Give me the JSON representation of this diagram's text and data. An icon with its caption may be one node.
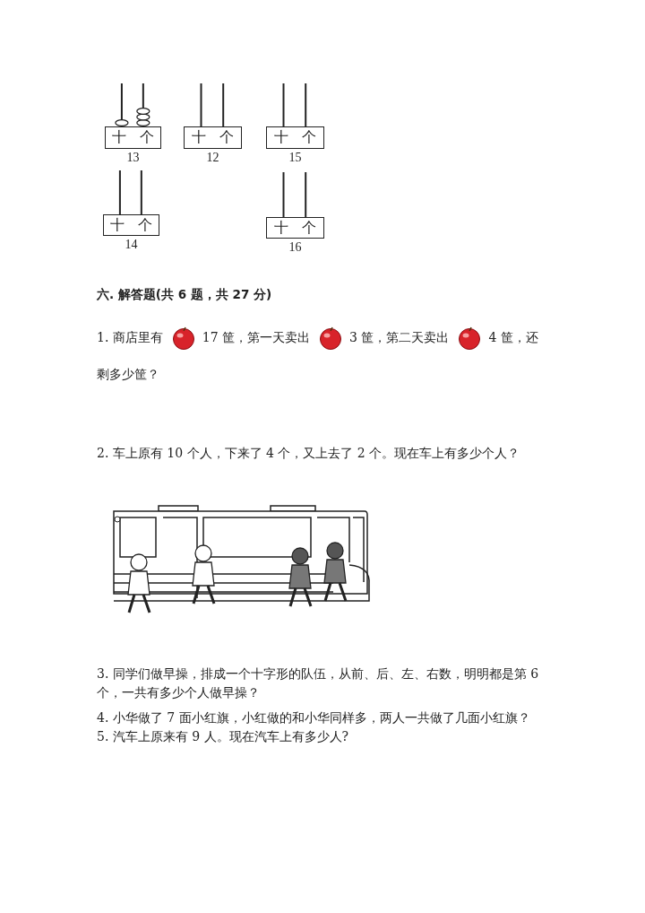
{
  "diagram": {
    "nodes": [
      {
        "text": [
          "十",
          "个"
        ],
        "beside": [
          "13"
        ]
      },
      {
        "text": [
          "十",
          "个"
        ],
        "beside": [
          "12"
        ]
      },
      {
        "text": [
          "十",
          "个"
        ],
        "beside": [
          "15"
        ]
      },
      {
        "text": [
          "十",
          "个"
        ],
        "beside": [
          "14"
        ]
      },
      {
        "text": [
          "十",
          "个"
        ],
        "beside": [
          "16"
        ]
      }
    ],
    "labels": [
      "六. 解答题(共 6 题，共 27 分)",
      "1. 商店里有",
      "17 筐，第一天卖出",
      "3 筐，第二天卖出",
      "4 筐，还剩多少筐？",
      "2. 车上原有 10 个人，下来了 4 个，又上去了 2 个。现在车上有多少个人？",
      "3. 同学们做早操，排成一个十字形的队伍，从前、后、左、右数，明明都是第 6 个，一共有多少个人做早操？",
      "4. 小华做了 7 面小红旗，小红做的和小华同样多，两人一共做了几面小红旗？",
      "5. 汽车上原来有 9 人。现在汽车上有多少人?"
    ]
  }
}
